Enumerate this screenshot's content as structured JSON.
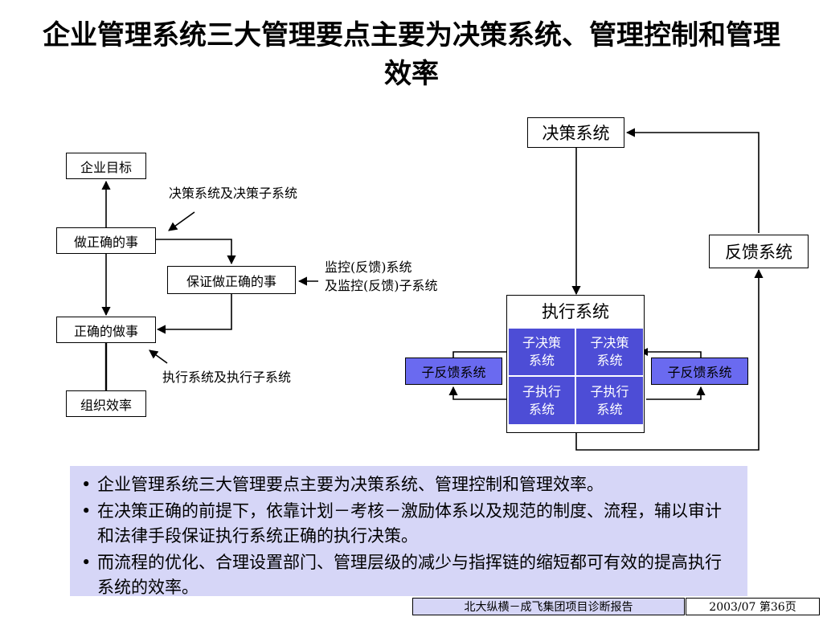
{
  "title": "企业管理系统三大管理要点主要为决策系统、管理控制和管理效率",
  "left_diagram": {
    "goal": "企业目标",
    "do_right_thing": "做正确的事",
    "ensure": "保证做正确的事",
    "do_thing_right": "正确的做事",
    "efficiency": "组织效率",
    "label_decision": "决策系统及决策子系统",
    "label_monitor_1": "监控(反馈)系统",
    "label_monitor_2": "及监控(反馈)子系统",
    "label_execution": "执行系统及执行子系统"
  },
  "right_diagram": {
    "decision": "决策系统",
    "feedback": "反馈系统",
    "execution": "执行系统",
    "sub_decision_1": "子决策系统",
    "sub_decision_2": "子决策系统",
    "sub_exec_1": "子执行系统",
    "sub_exec_2": "子执行系统",
    "sub_feedback_left": "子反馈系统",
    "sub_feedback_right": "子反馈系统"
  },
  "summary": {
    "bullets": [
      "企业管理系统三大管理要点主要为决策系统、管理控制和管理效率。",
      "在决策正确的前提下，依靠计划－考核－激励体系以及规范的制度、流程，辅以审计和法律手段保证执行系统正确的执行决策。",
      "而流程的优化、合理设置部门、管理层级的减少与指挥链的缩短都可有效的提高执行系统的效率。"
    ],
    "bullet_char": "•"
  },
  "footer": {
    "org": "北大纵横－成飞集团项目诊断报告",
    "page": "2003/07  第36页"
  },
  "colors": {
    "cell": "#4d4dd6",
    "sub_feedback": "#6a6af0",
    "summary_bg": "#d6d6f7"
  }
}
